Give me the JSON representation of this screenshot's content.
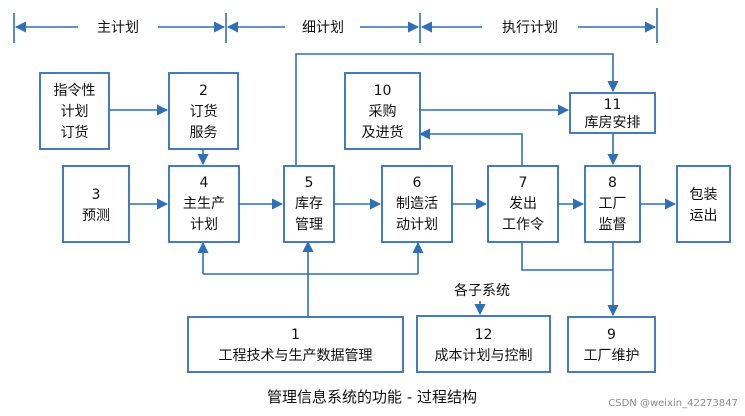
{
  "phases": [
    {
      "id": "main",
      "label": "主计划"
    },
    {
      "id": "detail",
      "label": "细计划"
    },
    {
      "id": "exec",
      "label": "执行计划"
    }
  ],
  "boxes": [
    {
      "id": "directive",
      "lines": [
        "指令性",
        "计划",
        "订货"
      ]
    },
    {
      "id": "order",
      "lines": [
        "2",
        "订货",
        "服务"
      ]
    },
    {
      "id": "forecast",
      "lines": [
        "3",
        "预测"
      ]
    },
    {
      "id": "mps",
      "lines": [
        "4",
        "主生产",
        "计划"
      ]
    },
    {
      "id": "inventory",
      "lines": [
        "5",
        "库存",
        "管理"
      ]
    },
    {
      "id": "production",
      "lines": [
        "6",
        "制造活",
        "动计划"
      ]
    },
    {
      "id": "workorder",
      "lines": [
        "7",
        "发出",
        "工作令"
      ]
    },
    {
      "id": "supervision",
      "lines": [
        "8",
        "工厂",
        "监督"
      ]
    },
    {
      "id": "packaging",
      "lines": [
        "包装",
        "运出"
      ]
    },
    {
      "id": "purchasing",
      "lines": [
        "10",
        "采购",
        "及进货"
      ]
    },
    {
      "id": "warehouse",
      "lines": [
        "11",
        "库房安排"
      ]
    },
    {
      "id": "engineering",
      "lines": [
        "1",
        "工程技术与生产数据管理"
      ]
    },
    {
      "id": "cost",
      "lines": [
        "12",
        "成本计划与控制"
      ]
    },
    {
      "id": "maintenance",
      "lines": [
        "9",
        "工厂维护"
      ]
    }
  ],
  "subsystem_label": "各子系统",
  "caption": "管理信息系统的功能 - 过程结构",
  "watermark": "CSDN @weixin_42273847",
  "colors": {
    "line": "#2f6fb3",
    "text": "#111111"
  }
}
